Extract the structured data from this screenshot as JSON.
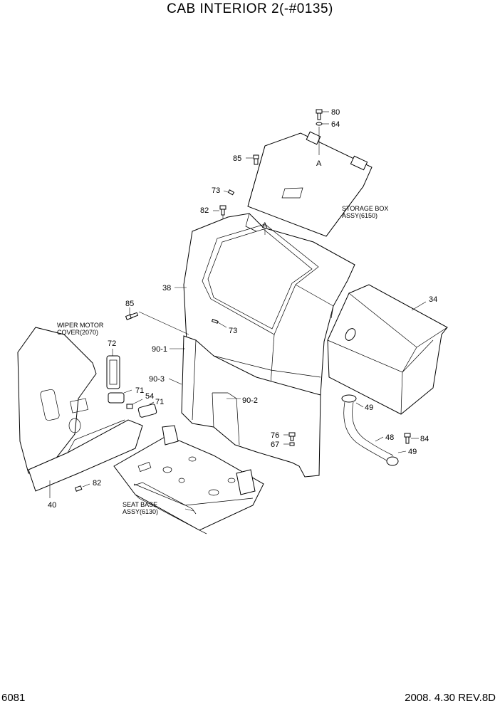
{
  "title": "CAB INTERIOR 2(-#0135)",
  "footer": {
    "page_number": "6081",
    "revision": "2008.  4.30  REV.8D"
  },
  "labels": {
    "p80": "80",
    "p64": "64",
    "p85_top": "85",
    "pA_top": "A",
    "p73_top": "73",
    "p82_top": "82",
    "storage_box_1": "STORAGE BOX",
    "storage_box_2": "ASSY(6150)",
    "pA_mid": "A",
    "p38": "38",
    "p34": "34",
    "p85_left": "85",
    "p73_mid": "73",
    "wiper_1": "WIPER MOTOR",
    "wiper_2": "COVER(2070)",
    "p72": "72",
    "p90_1": "90-1",
    "p90_3": "90-3",
    "p71_a": "71",
    "p54": "54",
    "p71_b": "71",
    "p90_2": "90-2",
    "p49_a": "49",
    "p76": "76",
    "p67": "67",
    "p48": "48",
    "p84": "84",
    "p49_b": "49",
    "p82_bottom": "82",
    "p40": "40",
    "seat_base_1": "SEAT BASE",
    "seat_base_2": "ASSY(6130)"
  }
}
